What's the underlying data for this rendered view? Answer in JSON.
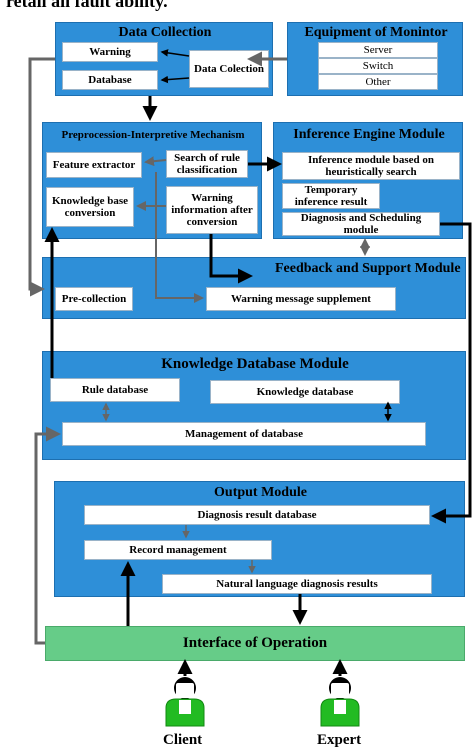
{
  "header_fragment": "retail all fault ability.",
  "data_collection": {
    "title": "Data Collection",
    "warning": "Warning",
    "database": "Database",
    "collector": "Data Colection"
  },
  "monitor": {
    "title": "Equipment of Monintor",
    "items": [
      "Server",
      "Switch",
      "Other"
    ]
  },
  "preprocess": {
    "title": "Preprocession-Interpretive Mechanism",
    "feature": "Feature extractor",
    "knowledge_conv": "Knowledge base conversion",
    "search_rule": "Search of rule classification",
    "warning_info": "Warning information after conversion"
  },
  "inference": {
    "title": "Inference Engine Module",
    "module": "Inference module based on heuristically search",
    "temp": "Temporary inference result",
    "diag": "Diagnosis and Scheduling module"
  },
  "feedback": {
    "title": "Feedback and Support Module",
    "precollection": "Pre-collection",
    "supplement": "Warning message supplement"
  },
  "kdb": {
    "title": "Knowledge Database Module",
    "rule": "Rule database",
    "knowledge": "Knowledge database",
    "management": "Management of database"
  },
  "output": {
    "title": "Output Module",
    "diag_db": "Diagnosis result database",
    "record": "Record management",
    "natural": "Natural language diagnosis results"
  },
  "interface": {
    "title": "Interface of Operation",
    "color": "#66cc88"
  },
  "users": {
    "client": "Client",
    "expert": "Expert"
  },
  "colors": {
    "module_blue": "#2e8fd8",
    "arrow_gray": "#666666",
    "person_green": "#22bb22"
  }
}
